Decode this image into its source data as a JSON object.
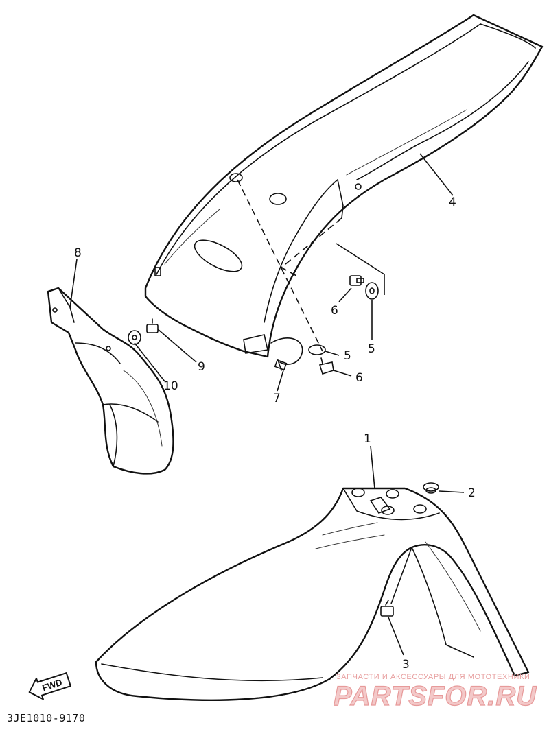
{
  "diagram": {
    "callouts": {
      "part_1": "1",
      "part_2": "2",
      "part_3": "3",
      "part_4": "4",
      "part_5a": "5",
      "part_5b": "5",
      "part_6a": "6",
      "part_6b": "6",
      "part_7": "7",
      "part_8": "8",
      "part_9": "9",
      "part_10": "10"
    },
    "direction_badge": "FWD",
    "diagram_code": "3JE1010-9170"
  },
  "watermark": {
    "tagline": "ЗАПЧАСТИ И АКСЕССУАРЫ ДЛЯ МОТОТЕХНИКИ",
    "brand": "PARTSFOR.RU",
    "color": "#e79a9a"
  }
}
